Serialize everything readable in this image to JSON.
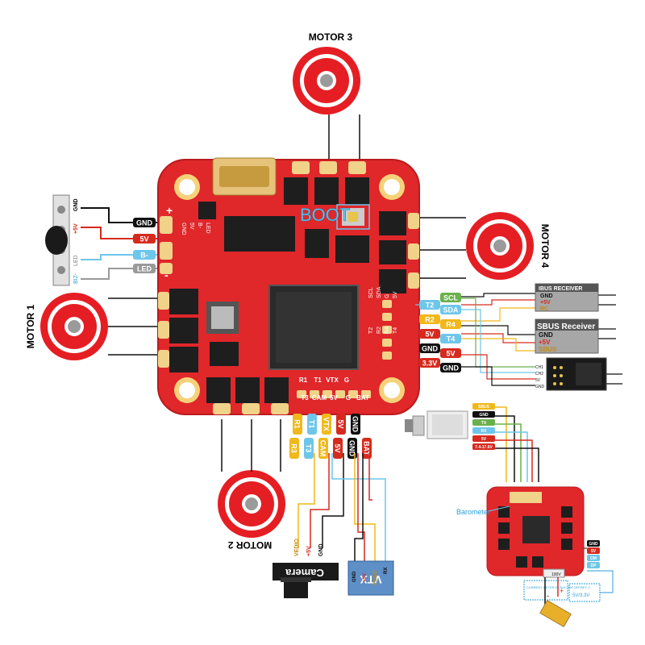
{
  "motors": {
    "m1": "MOTOR 1",
    "m2": "MOTOR 2",
    "m3": "MOTOR 3",
    "m4": "MOTOR 4"
  },
  "board": {
    "boot": "BOOT",
    "pads_bottom": [
      "R1",
      "T1",
      "VTX",
      "G"
    ],
    "pads_bottom2": [
      "T3",
      "CAM",
      "5V",
      "G",
      "BAT"
    ],
    "pads_right": [
      "SCL",
      "SDA",
      "G",
      "5V",
      "T2",
      "R2",
      "R4",
      "T4"
    ],
    "pads_left": [
      "GND",
      "5V",
      "B-",
      "LED"
    ],
    "left_plus": "+",
    "left_minus": "-"
  },
  "buzzer_panel": {
    "gnd_lbl": "GND",
    "v5_lbl": "+5V",
    "led_lbl": "LED",
    "biz_lbl": "BIZ-"
  },
  "left_tags": [
    {
      "text": "GND",
      "color": "#111111"
    },
    {
      "text": "5V",
      "color": "#d62a1e"
    },
    {
      "text": "B-",
      "color": "#6ec6ea"
    },
    {
      "text": "LED",
      "color": "#9a9a9a"
    }
  ],
  "right_tags": [
    {
      "text": "SCL",
      "color": "#6ab04c"
    },
    {
      "text": "T2",
      "color": "#6ec6ea"
    },
    {
      "text": "SDA",
      "color": "#6ec6ea"
    },
    {
      "text": "R2",
      "color": "#f0b81a"
    },
    {
      "text": "R4",
      "color": "#f0b81a"
    },
    {
      "text": "5V",
      "color": "#d62a1e"
    },
    {
      "text": "T4",
      "color": "#6ec6ea"
    },
    {
      "text": "GND",
      "color": "#111111"
    },
    {
      "text": "5V",
      "color": "#d62a1e"
    },
    {
      "text": "3.3V",
      "color": "#d62a1e"
    },
    {
      "text": "GND",
      "color": "#111111"
    }
  ],
  "ibus": {
    "title": "IBUS RECEIVER",
    "lines": [
      "GND",
      "+5V",
      "RC"
    ]
  },
  "sbus": {
    "title": "SBUS Receiver",
    "lines": [
      "GND",
      "+5V",
      "SBUS"
    ]
  },
  "rx_small": {
    "pins": [
      "CH1",
      "CH2",
      "5V",
      "GND"
    ]
  },
  "bottom_tags": [
    {
      "text": "R1",
      "color": "#f0b81a"
    },
    {
      "text": "T1",
      "color": "#6ec6ea"
    },
    {
      "text": "VTX",
      "color": "#f0b81a"
    },
    {
      "text": "5V",
      "color": "#d62a1e"
    },
    {
      "text": "GND",
      "color": "#111111"
    },
    {
      "text": "R3",
      "color": "#f0b81a"
    },
    {
      "text": "T3",
      "color": "#6ec6ea"
    },
    {
      "text": "CAM",
      "color": "#f0b81a"
    },
    {
      "text": "5V",
      "color": "#d62a1e"
    },
    {
      "text": "GND",
      "color": "#111111"
    },
    {
      "text": "BAT",
      "color": "#d62a1e"
    }
  ],
  "camera": {
    "title": "Camera",
    "pins": [
      "VEDIO",
      "+5V",
      "GND"
    ]
  },
  "vtx": {
    "title": "VTX",
    "pins": [
      "GND",
      "+5V",
      "VIDEO",
      "RX"
    ]
  },
  "mini_gps": {
    "labels": [
      "SBUS",
      "GND",
      "TX",
      "RX",
      "5V",
      "7.4-17.6V"
    ]
  },
  "mini_board": {
    "barometer": "Barometer",
    "right_labels": [
      "GND",
      "5V",
      "DM",
      "DP"
    ],
    "note_left": "CURRENT METER SCALE: 400 OFFSET: 0",
    "note_right": "5V/3.3V",
    "cap_value": "100V"
  },
  "colors": {
    "board": "#e0272a",
    "board_edge": "#b81b1e",
    "chip": "#1e1e1e",
    "pad": "#f0d289",
    "motor": "#e51e24"
  }
}
